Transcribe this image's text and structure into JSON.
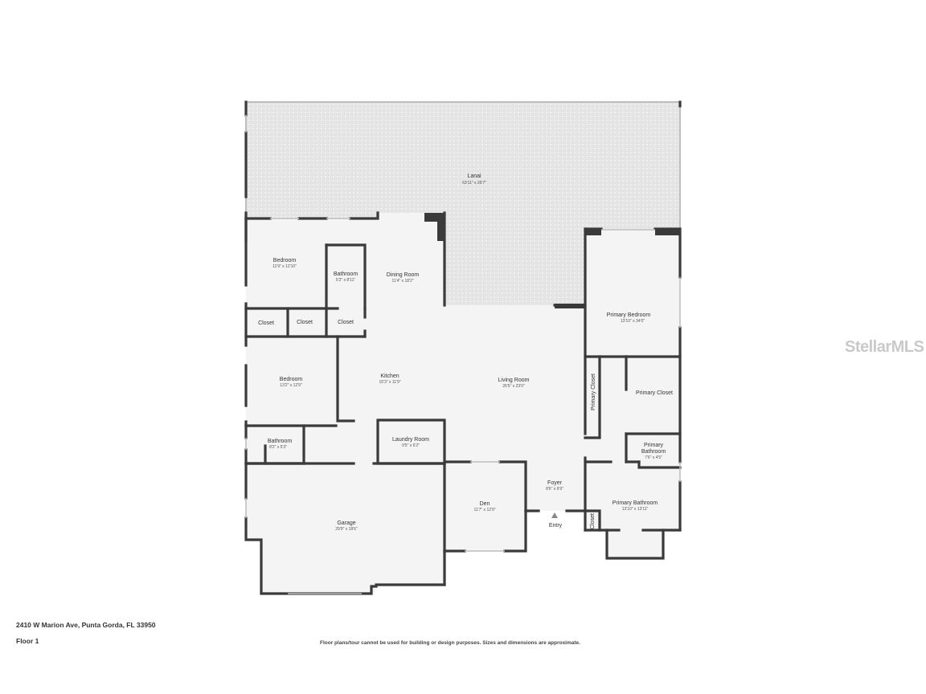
{
  "rooms": {
    "lanai": {
      "name": "Lanai",
      "dim": "63'11\" x 26'7\""
    },
    "bedroom1": {
      "name": "Bedroom",
      "dim": "11'9\" x 12'10\""
    },
    "bathroom1": {
      "name": "Bathroom",
      "dim": "5'2\" x 8'11\""
    },
    "dining": {
      "name": "Dining Room",
      "dim": "11'4\" x 18'2\""
    },
    "primary_bedroom": {
      "name": "Primary Bedroom",
      "dim": "13'10\" x 34'0\""
    },
    "closet1": {
      "name": "Closet"
    },
    "closet2": {
      "name": "Closet"
    },
    "closet3": {
      "name": "Closet"
    },
    "bedroom2": {
      "name": "Bedroom",
      "dim": "13'2\" x 12'9\""
    },
    "kitchen": {
      "name": "Kitchen",
      "dim": "15'3\" x 11'9\""
    },
    "living": {
      "name": "Living Room",
      "dim": "26'5\" x 23'0\""
    },
    "primary_closet_small": {
      "name": "Primary Closet"
    },
    "primary_closet": {
      "name": "Primary Closet"
    },
    "bathroom2": {
      "name": "Bathroom",
      "dim": "8'2\" x 5'3\""
    },
    "laundry": {
      "name": "Laundry Room",
      "dim": "9'5\" x 6'2\""
    },
    "primary_bathroom_small": {
      "name1": "Primary",
      "name2": "Bathroom",
      "dim": "7'6\" x 4'5\""
    },
    "foyer": {
      "name": "Foyer",
      "dim": "8'6\" x 6'9\""
    },
    "primary_bathroom": {
      "name": "Primary Bathroom",
      "dim": "13'10\" x 13'11\""
    },
    "garage": {
      "name": "Garage",
      "dim": "29'9\" x 18'6\""
    },
    "den": {
      "name": "Den",
      "dim": "11'7\" x 12'9\""
    },
    "closet4": {
      "name": "Closet"
    },
    "entry": {
      "name": "Entry"
    }
  },
  "footer": {
    "address": "2410 W Marion Ave, Punta Gorda, FL 33950",
    "floor": "Floor 1",
    "disclaimer": "Floor plans/tour cannot be used for building or design purposes. Sizes and dimensions are approximate."
  },
  "watermark": "StellarMLS",
  "colors": {
    "wall": "#3a3a3a",
    "floor": "#f3f3f3",
    "lanai_floor": "#ececec"
  }
}
